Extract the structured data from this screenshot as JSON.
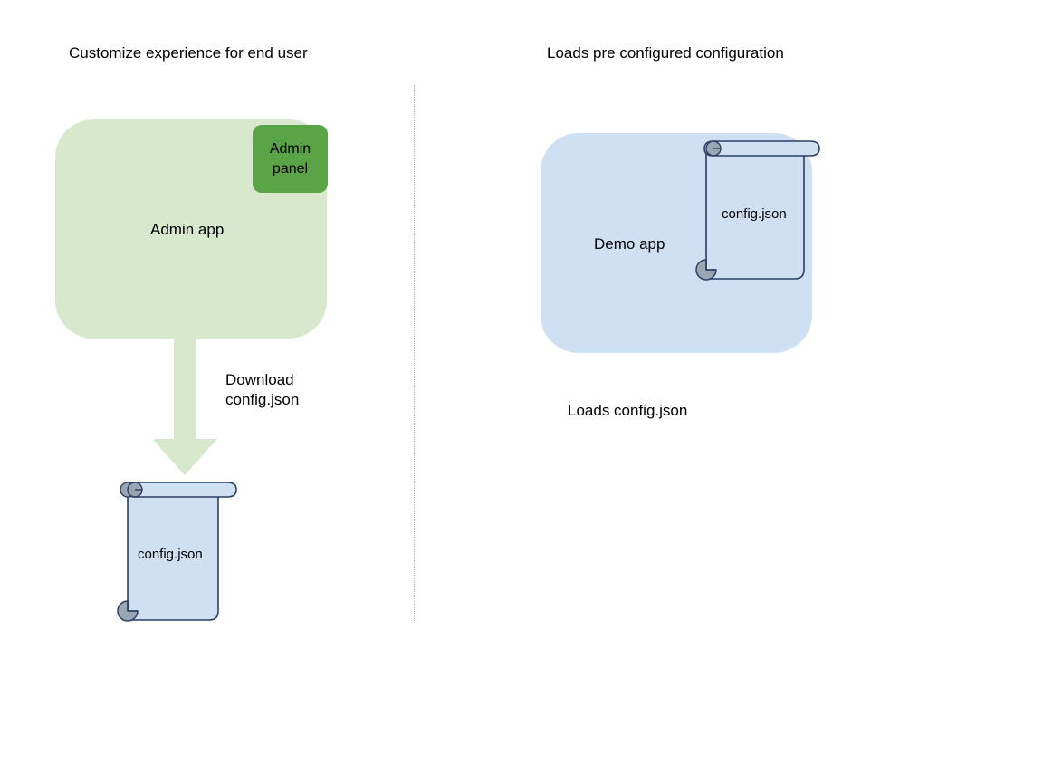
{
  "diagram": {
    "title_left": "Customize experience for end user",
    "title_right": "Loads pre configured configuration",
    "left_flow": {
      "app_label": "Admin app",
      "badge_label": "Admin panel",
      "arrow_label": "Download\nconfig.json",
      "arrow_label_line1": "Download",
      "arrow_label_line2": "config.json",
      "document_label": "config.json"
    },
    "right_flow": {
      "app_label": "Demo app",
      "document_label": "config.json",
      "caption": "Loads config.json"
    },
    "colors": {
      "admin_app_fill": "#d8e8cd",
      "admin_panel_fill": "#5ba347",
      "demo_app_fill": "#cfe0f3",
      "document_fill": "#cfe0f3",
      "document_stroke": "#2a3f63",
      "document_curl_fill": "#9aa6b4",
      "arrow_fill": "#d8e8cd",
      "divider_stroke": "#b0b0b0",
      "text": "#000000",
      "background": "#ffffff"
    }
  }
}
